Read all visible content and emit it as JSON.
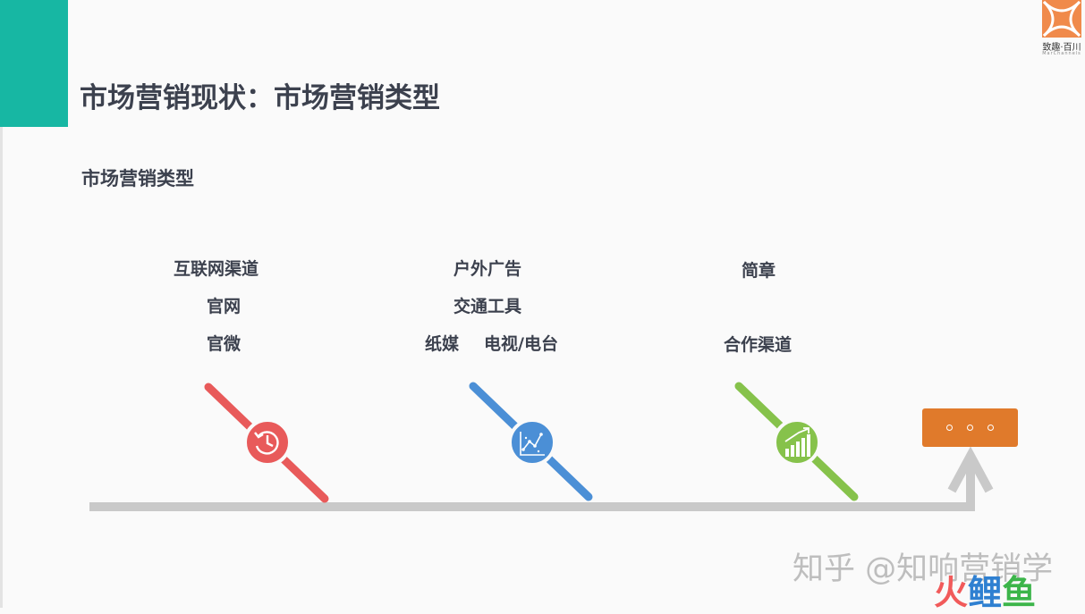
{
  "header": {
    "title": "市场营销现状：市场营销类型",
    "subtitle": "市场营销类型"
  },
  "logo": {
    "text": "致趣·百川",
    "subtext": "MarChannels"
  },
  "categories": [
    {
      "lines": [
        "互联网渠道",
        "官网",
        "官微"
      ],
      "color": "#e85a5a",
      "icon": "history-icon"
    },
    {
      "lines": [
        "户外广告",
        "交通工具",
        "纸媒",
        "电视/电台"
      ],
      "color": "#4b8fd6",
      "icon": "scatter-chart-icon"
    },
    {
      "lines": [
        "简章",
        "合作渠道"
      ],
      "color": "#86c24b",
      "icon": "bar-chart-growth-icon"
    }
  ],
  "more": {
    "color": "#e07a2b",
    "icon": "ellipsis-icon"
  },
  "watermark": {
    "text": "知乎 @知响营销学",
    "brand": [
      "火",
      "鲤",
      "鱼"
    ]
  }
}
